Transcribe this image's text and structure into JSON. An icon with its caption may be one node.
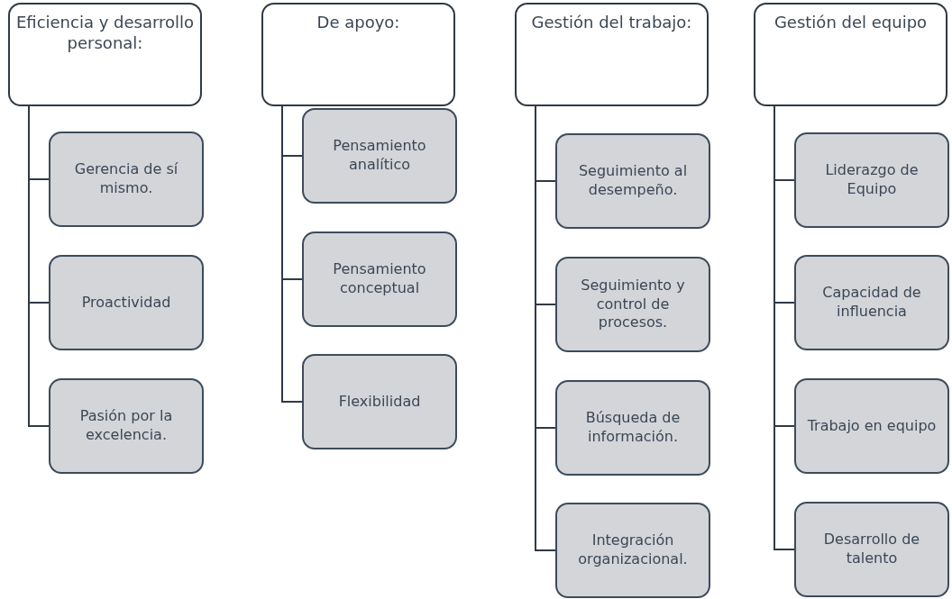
{
  "diagram": {
    "nodes": [
      {
        "text": [
          "Eficiencia y desarrollo personal:"
        ]
      },
      {
        "text": [
          "Gerencia de sí mismo."
        ]
      },
      {
        "text": [
          "Proactividad"
        ]
      },
      {
        "text": [
          "Pasión por la excelencia."
        ]
      },
      {
        "text": [
          "De apoyo:"
        ]
      },
      {
        "text": [
          "Pensamiento analítico"
        ]
      },
      {
        "text": [
          "Pensamiento conceptual"
        ]
      },
      {
        "text": [
          "Flexibilidad"
        ]
      },
      {
        "text": [
          "Gestión del trabajo:"
        ]
      },
      {
        "text": [
          "Seguimiento al desempeño."
        ]
      },
      {
        "text": [
          "Seguimiento y control de procesos."
        ]
      },
      {
        "text": [
          "Búsqueda de información."
        ]
      },
      {
        "text": [
          "Integración organizacional."
        ]
      },
      {
        "text": [
          "Gestión del equipo"
        ]
      },
      {
        "text": [
          "Liderazgo de Equipo"
        ]
      },
      {
        "text": [
          "Capacidad de influencia"
        ]
      },
      {
        "text": [
          "Trabajo en equipo"
        ]
      },
      {
        "text": [
          "Desarrollo de talento"
        ]
      }
    ],
    "edges": [
      {
        "from": 0,
        "to": 1,
        "arrow": "none"
      },
      {
        "from": 0,
        "to": 2,
        "arrow": "none"
      },
      {
        "from": 0,
        "to": 3,
        "arrow": "none"
      },
      {
        "from": 4,
        "to": 5,
        "arrow": "none"
      },
      {
        "from": 4,
        "to": 6,
        "arrow": "none"
      },
      {
        "from": 4,
        "to": 7,
        "arrow": "none"
      },
      {
        "from": 8,
        "to": 9,
        "arrow": "none"
      },
      {
        "from": 8,
        "to": 10,
        "arrow": "none"
      },
      {
        "from": 8,
        "to": 11,
        "arrow": "none"
      },
      {
        "from": 8,
        "to": 12,
        "arrow": "none"
      },
      {
        "from": 13,
        "to": 14,
        "arrow": "none"
      },
      {
        "from": 13,
        "to": 15,
        "arrow": "none"
      },
      {
        "from": 13,
        "to": 16,
        "arrow": "none"
      },
      {
        "from": 13,
        "to": 17,
        "arrow": "none"
      }
    ]
  }
}
